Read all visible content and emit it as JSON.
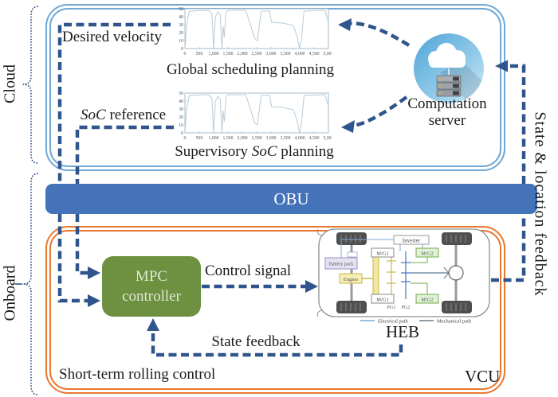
{
  "colors": {
    "arrow_blue": "#30558c",
    "cloud_box_border": "#6fa8d4",
    "obu_fill": "#4573b9",
    "onboard_box_border": "#e8782f",
    "mpc_fill": "#6e9041",
    "mpc_text": "#dcead0",
    "chart_line": "#b9ccd6",
    "server_blue": "#45a2d9"
  },
  "labels": {
    "cloud": "Cloud",
    "onboard": "Onboard",
    "right_feedback": "State & location feedback",
    "desired_velocity": "Desired velocity",
    "global_planning": "Global scheduling planning",
    "soc_italic": "SoC",
    "soc_ref_rest": " reference",
    "supervisory_pre": "Supervisory ",
    "supervisory_post": " planning",
    "computation1": "Computation",
    "computation2": "server",
    "obu": "OBU",
    "mpc1": "MPC",
    "mpc2": "controller",
    "control_signal": "Control signal",
    "state_feedback": "State feedback",
    "short_term": "Short-term rolling control",
    "vcu": "VCU",
    "heb": "HEB"
  },
  "vehicle": {
    "inverter": "Inverter",
    "mg1": "M/G1",
    "mg2": "M/G2",
    "battery_pack": "Battery pack",
    "engine": "Engine",
    "pg1": "PG1",
    "pg2": "PG2",
    "electrical_path": "Electrical path",
    "mechanical_path": "Mechanical path"
  },
  "chart_data": [
    {
      "type": "line",
      "title": "Global scheduling planning",
      "xlim": [
        0,
        5000
      ],
      "ylim": [
        0,
        50
      ],
      "x_ticks": [
        0,
        500,
        1000,
        1500,
        2000,
        2500,
        3000,
        3500,
        4000,
        4500,
        5000
      ],
      "x_tick_labels": [
        "0",
        "500",
        "1,000",
        "1,500",
        "2,000",
        "2,500",
        "3,000",
        "3,500",
        "4,000",
        "4,500",
        "5,000"
      ],
      "y_ticks": [
        0,
        10,
        20,
        30,
        40,
        50
      ],
      "x": [
        0,
        60,
        150,
        820,
        940,
        1000,
        1060,
        1150,
        1230,
        1290,
        1330,
        1370,
        1430,
        1520,
        2120,
        2300,
        2440,
        2520,
        2580,
        2660,
        2950,
        3020,
        3400,
        3780,
        3920,
        3990,
        4060,
        4150,
        4880,
        4940,
        5000
      ],
      "y": [
        0,
        30,
        47,
        48,
        44,
        0,
        40,
        46,
        42,
        0,
        28,
        14,
        46,
        48,
        48,
        28,
        12,
        10,
        26,
        47,
        47,
        33,
        32,
        29,
        14,
        0,
        12,
        47,
        48,
        40,
        34
      ]
    },
    {
      "type": "line",
      "title": "Supervisory SoC planning",
      "xlim": [
        0,
        5000
      ],
      "ylim": [
        0,
        50
      ],
      "x_ticks": [
        0,
        500,
        1000,
        1500,
        2000,
        2500,
        3000,
        3500,
        4000,
        4500,
        5000
      ],
      "x_tick_labels": [
        "0",
        "500",
        "1,000",
        "1,500",
        "2,000",
        "2,500",
        "3,000",
        "3,500",
        "4,000",
        "4,500",
        "5,000"
      ],
      "y_ticks": [
        0,
        10,
        20,
        30,
        40,
        50
      ],
      "x": [
        0,
        60,
        150,
        820,
        940,
        1000,
        1060,
        1150,
        1230,
        1290,
        1330,
        1370,
        1430,
        1520,
        2120,
        2300,
        2440,
        2520,
        2580,
        2660,
        2950,
        3020,
        3400,
        3780,
        3920,
        3990,
        4060,
        4150,
        4880,
        4940,
        5000
      ],
      "y": [
        0,
        30,
        47,
        48,
        44,
        0,
        40,
        46,
        42,
        0,
        28,
        14,
        46,
        48,
        48,
        28,
        12,
        10,
        26,
        47,
        47,
        33,
        32,
        29,
        14,
        0,
        12,
        47,
        48,
        40,
        34
      ]
    }
  ]
}
